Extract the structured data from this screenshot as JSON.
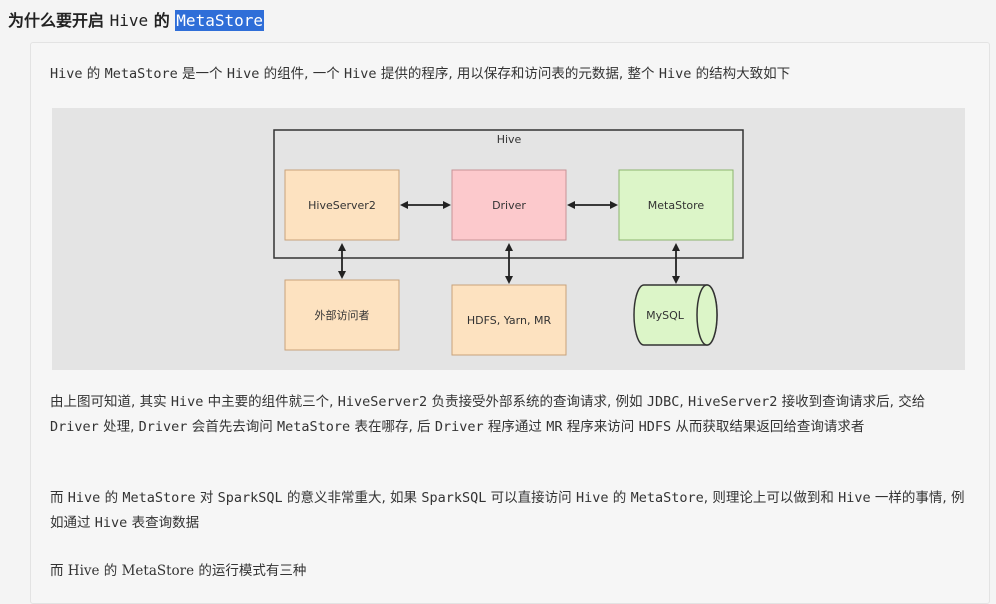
{
  "heading": {
    "prefix": "为什么要开启",
    "hive": "Hive",
    "de": "的",
    "highlight": "MetaStore"
  },
  "intro": [
    {
      "t": "Hive",
      "code": true
    },
    {
      "t": " 的 ",
      "code": false
    },
    {
      "t": "MetaStore",
      "code": true
    },
    {
      "t": " 是一个 ",
      "code": false
    },
    {
      "t": "Hive",
      "code": true
    },
    {
      "t": " 的组件, 一个 ",
      "code": false
    },
    {
      "t": "Hive",
      "code": true
    },
    {
      "t": " 提供的程序, 用以保存和访问表的元数据, 整个 ",
      "code": false
    },
    {
      "t": "Hive",
      "code": true
    },
    {
      "t": " 的结构大致如下",
      "code": false
    }
  ],
  "diagram": {
    "container_label": "Hive",
    "nodes": {
      "hiveserver2": "HiveServer2",
      "driver": "Driver",
      "metastore": "MetaStore",
      "external": "外部访问者",
      "hdfs": "HDFS, Yarn, MR",
      "mysql": "MySQL"
    },
    "colors": {
      "orange_fill": "#fde2c0",
      "orange_stroke": "#c9a27a",
      "pink_fill": "#fcc9cc",
      "pink_stroke": "#c89296",
      "green_fill": "#dcf5c8",
      "green_stroke": "#8bb56e",
      "background": "#e4e4e4"
    }
  },
  "para2": [
    {
      "t": "由上图可知道, 其实 ",
      "code": false
    },
    {
      "t": "Hive",
      "code": true
    },
    {
      "t": " 中主要的组件就三个, ",
      "code": false
    },
    {
      "t": "HiveServer2",
      "code": true
    },
    {
      "t": " 负责接受外部系统的查询请求, 例如 ",
      "code": false
    },
    {
      "t": "JDBC",
      "code": true
    },
    {
      "t": ", ",
      "code": false
    },
    {
      "t": "HiveServer2",
      "code": true
    },
    {
      "t": " 接收到查询请求后, 交给 ",
      "code": false
    },
    {
      "t": "Driver",
      "code": true
    },
    {
      "t": " 处理, ",
      "code": false
    },
    {
      "t": "Driver",
      "code": true
    },
    {
      "t": " 会首先去询问 ",
      "code": false
    },
    {
      "t": "MetaStore",
      "code": true
    },
    {
      "t": " 表在哪存, 后 ",
      "code": false
    },
    {
      "t": "Driver",
      "code": true
    },
    {
      "t": " 程序通过 ",
      "code": false
    },
    {
      "t": "MR",
      "code": true
    },
    {
      "t": " 程序来访问 ",
      "code": false
    },
    {
      "t": "HDFS",
      "code": true
    },
    {
      "t": " 从而获取结果返回给查询请求者",
      "code": false
    }
  ],
  "para3": [
    {
      "t": "而 ",
      "code": false
    },
    {
      "t": "Hive",
      "code": true
    },
    {
      "t": " 的 ",
      "code": false
    },
    {
      "t": "MetaStore",
      "code": true
    },
    {
      "t": " 对 ",
      "code": false
    },
    {
      "t": "SparkSQL",
      "code": true
    },
    {
      "t": " 的意义非常重大, 如果 ",
      "code": false
    },
    {
      "t": "SparkSQL",
      "code": true
    },
    {
      "t": " 可以直接访问 ",
      "code": false
    },
    {
      "t": "Hive",
      "code": true
    },
    {
      "t": " 的 ",
      "code": false
    },
    {
      "t": "MetaStore",
      "code": true
    },
    {
      "t": ", 则理论上可以做到和 ",
      "code": false
    },
    {
      "t": "Hive",
      "code": true
    },
    {
      "t": " 一样的事情, 例如通过 ",
      "code": false
    },
    {
      "t": "Hive",
      "code": true
    },
    {
      "t": " 表查询数据",
      "code": false
    }
  ],
  "para4": [
    {
      "t": "而 Hive 的 MetaStore 的运行模式有三种",
      "code": false
    }
  ]
}
